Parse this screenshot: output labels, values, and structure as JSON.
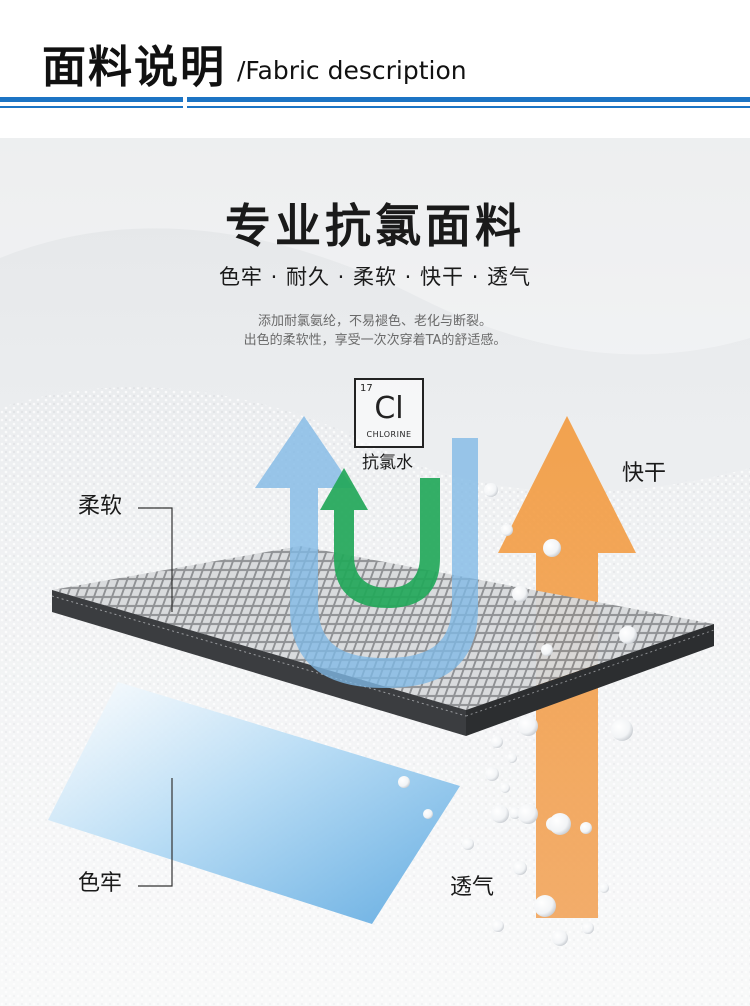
{
  "header": {
    "title": "面料说明",
    "subtitle": "/Fabric description",
    "accent_color": "#1c74c4"
  },
  "hero": {
    "title": "专业抗氯面料",
    "features": "色牢 · 耐久 · 柔软 · 快干 · 透气",
    "description_lines": [
      "添加耐氯氨纶，不易褪色、老化与断裂。",
      "出色的柔软性，享受一次次穿着TA的舒适感。"
    ]
  },
  "element": {
    "number": "17",
    "symbol": "Cl",
    "name": "CHLORINE",
    "caption": "抗氯水"
  },
  "callouts": {
    "soft": "柔软",
    "quick_dry": "快干",
    "colorfast": "色牢",
    "breathable": "透气"
  },
  "colors": {
    "blue_arrow": "#7fb8e6",
    "green_arrow": "#23a85a",
    "orange_arrow": "#f0a050",
    "fabric_grid": "#444444",
    "blue_layer": "#a8d4f2"
  },
  "icons": [
    "chlorine-element-icon",
    "u-turn-arrow-icon",
    "up-arrow-icon",
    "bubble-icon"
  ]
}
